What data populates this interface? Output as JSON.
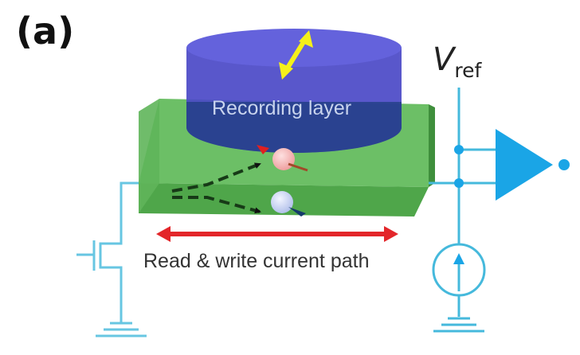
{
  "figure": {
    "panel_label": "(a)",
    "recording_layer_label": "Recording layer",
    "current_path_label": "Read & write current path",
    "vref_symbol": "V",
    "vref_subscript": "ref"
  },
  "colors": {
    "recording_layer": "#4b49c7",
    "channel": "#4fa64a",
    "circuit": "#45b9dc",
    "amplifier": "#1aa5e6",
    "current_arrow": "#e3262a",
    "magnetization_arrow": "#f5f01a",
    "spin_up": "#f4a8a8",
    "spin_down": "#c7d3f2"
  }
}
